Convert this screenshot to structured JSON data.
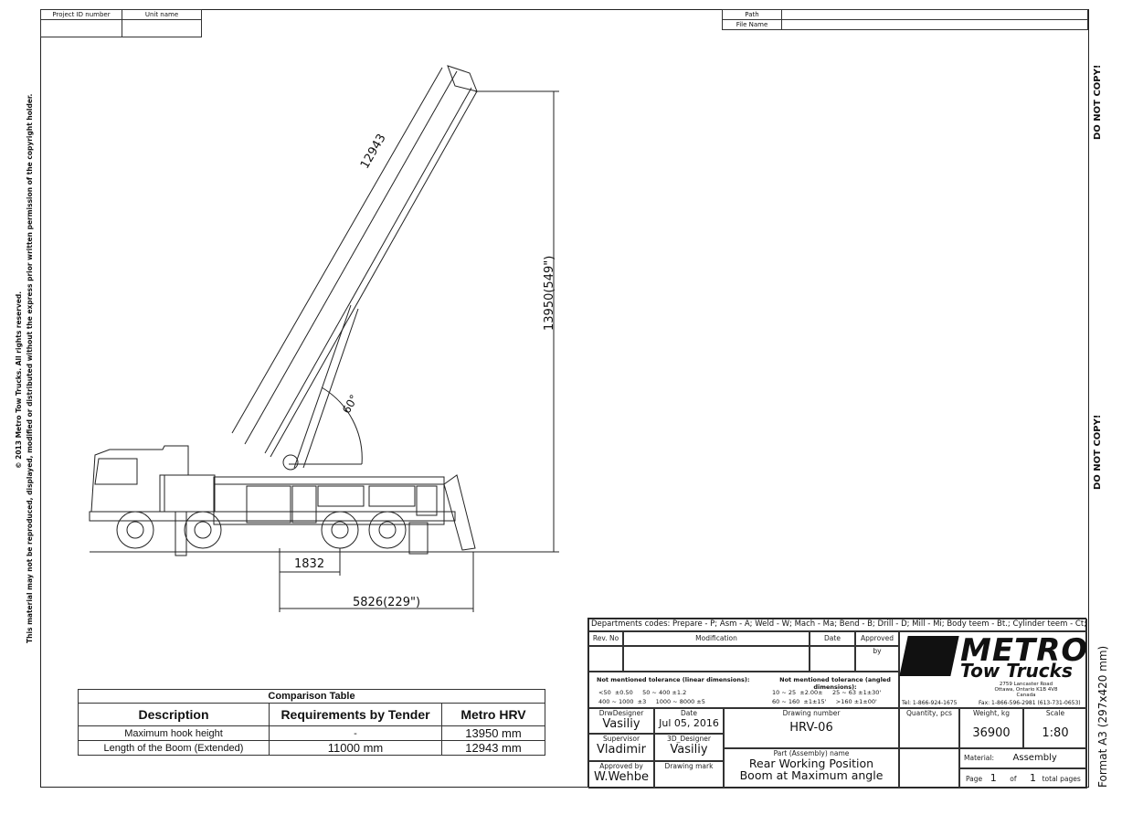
{
  "header": {
    "project_id_label": "Project ID number",
    "unit_name_label": "Unit name",
    "path_label": "Path",
    "file_name_label": "File Name"
  },
  "side_text": {
    "copyright_line1": "© 2013 Metro Tow Trucks. All rights reserved.",
    "copyright_line2": "This material may not be reproduced, displayed, modified or distributed without the express prior written permission of the copyright holder.",
    "do_not_copy": "DO NOT COPY!",
    "format": "Format A3 (297x420 mm)"
  },
  "drawing": {
    "boom_length": "12943",
    "height": "13950(549\")",
    "angle": "60°",
    "dim_1832": "1832",
    "dim_5826": "5826(229\")"
  },
  "comparison": {
    "title": "Comparison Table",
    "headers": [
      "Description",
      "Requirements by Tender",
      "Metro HRV"
    ],
    "rows": [
      [
        "Maximum hook height",
        "-",
        "13950 mm"
      ],
      [
        "Length of the Boom (Extended)",
        "11000 mm",
        "12943 mm"
      ]
    ]
  },
  "title_block": {
    "dept_codes": "Departments codes: Prepare - P; Asm - A; Weld - W; Mach - Ma; Bend - B; Drill - D; Mill - Mi; Body teem - Bt.; Cylinder teem - Ct; Galvanic - G",
    "rev_no": "Rev. No",
    "modification": "Modification",
    "date": "Date",
    "approved_by": "Approved by",
    "lin_tol_title": "Not mentioned tolerance (linear dimensions):",
    "lin_tol_row1": "<50  ±0.50     50 ~ 400 ±1.2",
    "lin_tol_row2": "400 ~ 1000  ±3     1000 ~ 8000 ±5",
    "ang_tol_title": "Not mentioned tolerance (angled dimensions):",
    "ang_tol_row1": "10 ~ 25  ±2.00±     25 ~ 63 ±1±30'",
    "ang_tol_row2": "60 ~ 160  ±1±15'     >160 ±1±00'",
    "logo_metro": "METRO",
    "logo_tow": "Tow Trucks",
    "address1": "2759 Lancaster Road",
    "address2": "Ottawa, Ontario K1B 4V8",
    "address3": "Canada",
    "tel": "Tel: 1-866-924-1675",
    "fax": "Fax: 1-866-596-2981 (613-731-0653)",
    "drw_designer_label": "DrwDesigner",
    "drw_designer": "Vasiliy",
    "date_label": "Date",
    "date_value": "Jul 05, 2016",
    "drawing_number_label": "Drawing number",
    "drawing_number": "HRV-06",
    "quantity_label": "Quantity, pcs",
    "weight_label": "Weight, kg",
    "weight": "36900",
    "scale_label": "Scale",
    "scale": "1:80",
    "supervisor_label": "Supervisor",
    "supervisor": "Vladimir",
    "designer3d_label": "3D_Designer",
    "designer3d": "Vasiliy",
    "approved_label": "Approved by",
    "approved": "W.Wehbe",
    "drawing_mark_label": "Drawing mark",
    "part_name_label": "Part (Assembly) name",
    "part_name1": "Rear Working Position",
    "part_name2": "Boom at Maximum angle",
    "material_label": "Material:",
    "material": "Assembly",
    "page_label": "Page",
    "page": "1",
    "of_label": "of",
    "total": "1",
    "total_label": "total pages"
  }
}
